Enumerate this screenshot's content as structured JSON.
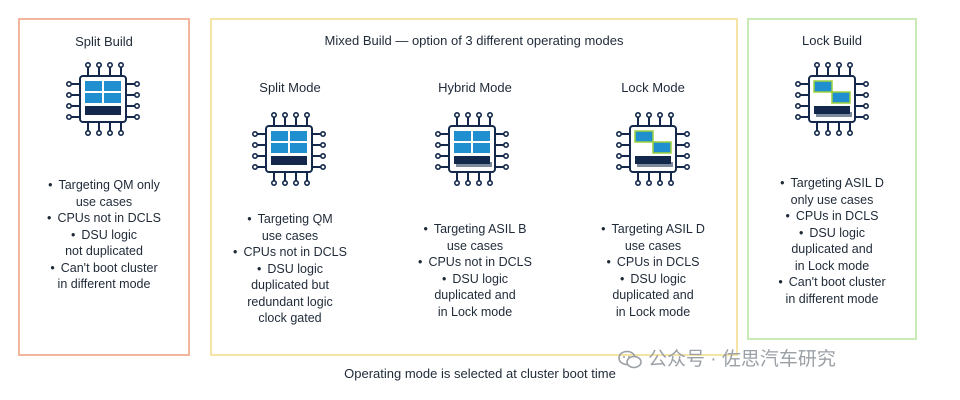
{
  "split_build": {
    "title": "Split Build",
    "bullets": [
      [
        "Targeting QM only",
        "use cases"
      ],
      [
        "CPUs not in DCLS"
      ],
      [
        "DSU logic",
        "not duplicated"
      ],
      [
        "Can't boot cluster",
        "in different mode"
      ]
    ]
  },
  "mixed_build": {
    "title": "Mixed Build — option of 3 different operating modes",
    "modes": [
      {
        "title": "Split Mode",
        "bullets": [
          [
            "Targeting QM",
            "use cases"
          ],
          [
            "CPUs not in DCLS"
          ],
          [
            "DSU logic",
            "duplicated but",
            "redundant logic",
            "clock gated"
          ]
        ]
      },
      {
        "title": "Hybrid Mode",
        "bullets": [
          [
            "Targeting ASIL B",
            "use cases"
          ],
          [
            "CPUs not in DCLS"
          ],
          [
            "DSU logic",
            "duplicated and",
            "in Lock mode"
          ]
        ]
      },
      {
        "title": "Lock Mode",
        "bullets": [
          [
            "Targeting ASIL D",
            "use cases"
          ],
          [
            "CPUs in DCLS"
          ],
          [
            "DSU logic",
            "duplicated and",
            "in Lock mode"
          ]
        ]
      }
    ]
  },
  "lock_build": {
    "title": "Lock Build",
    "bullets": [
      [
        "Targeting ASIL D",
        "only use cases"
      ],
      [
        "CPUs in DCLS"
      ],
      [
        "DSU logic",
        "duplicated and",
        "in Lock mode"
      ],
      [
        "Can't boot cluster",
        "in different mode"
      ]
    ]
  },
  "footer": "Operating mode is selected at cluster boot time",
  "watermark": "公众号 · 佐思汽车研究",
  "colors": {
    "split_border": "#f4b59f",
    "mixed_border": "#f5e4a3",
    "lock_border": "#c9eab5",
    "chip_blue": "#1f8fd0",
    "chip_dark": "#13284a",
    "lock_highlight": "#9bd13c"
  }
}
